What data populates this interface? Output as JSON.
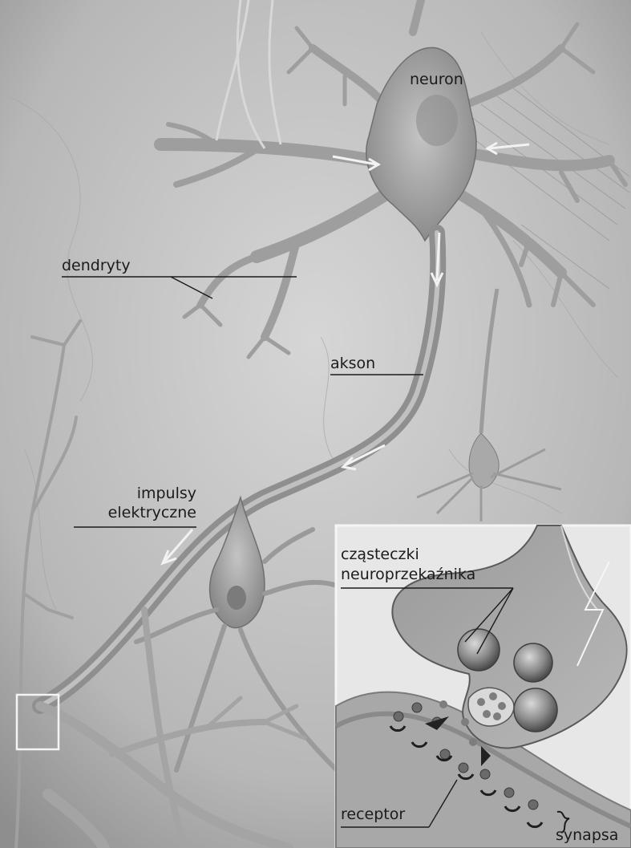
{
  "labels": {
    "neuron": "neuron",
    "dendrites": "dendryty",
    "axon": "akson",
    "impulses_line1": "impulsy",
    "impulses_line2": "elektryczne",
    "molecules_line1": "cząsteczki",
    "molecules_line2": "neuroprzekaźnika",
    "receptor": "receptor",
    "synapse": "synapsa"
  },
  "colors": {
    "background": "#bdbdbd",
    "neuron_fill": "#9a9a9a",
    "inset_background": "#e6e6e6",
    "label_text": "#1b1b1b"
  }
}
